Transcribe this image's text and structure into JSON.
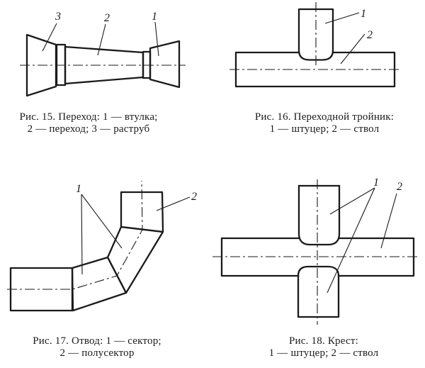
{
  "colors": {
    "ink": "#1a1a1a",
    "background": "#ffffff"
  },
  "figures": {
    "fig15": {
      "caption": [
        "Рис. 15. Переход: 1 — втулка;",
        "2 — переход; 3 — раструб"
      ],
      "callouts": {
        "c1": "1",
        "c2": "2",
        "c3": "3"
      }
    },
    "fig16": {
      "caption": [
        "Рис. 16. Переходной тройник:",
        "1 — штуцер; 2 — ствол"
      ],
      "callouts": {
        "c1": "1",
        "c2": "2"
      }
    },
    "fig17": {
      "caption": [
        "Рис. 17. Отвод: 1 — сектор;",
        "2 — полусектор"
      ],
      "callouts": {
        "c1": "1",
        "c2": "2"
      }
    },
    "fig18": {
      "caption": [
        "Рис. 18. Крест:",
        "1 — штуцер; 2 — ствол"
      ],
      "callouts": {
        "c1": "1",
        "c2": "2"
      }
    }
  }
}
